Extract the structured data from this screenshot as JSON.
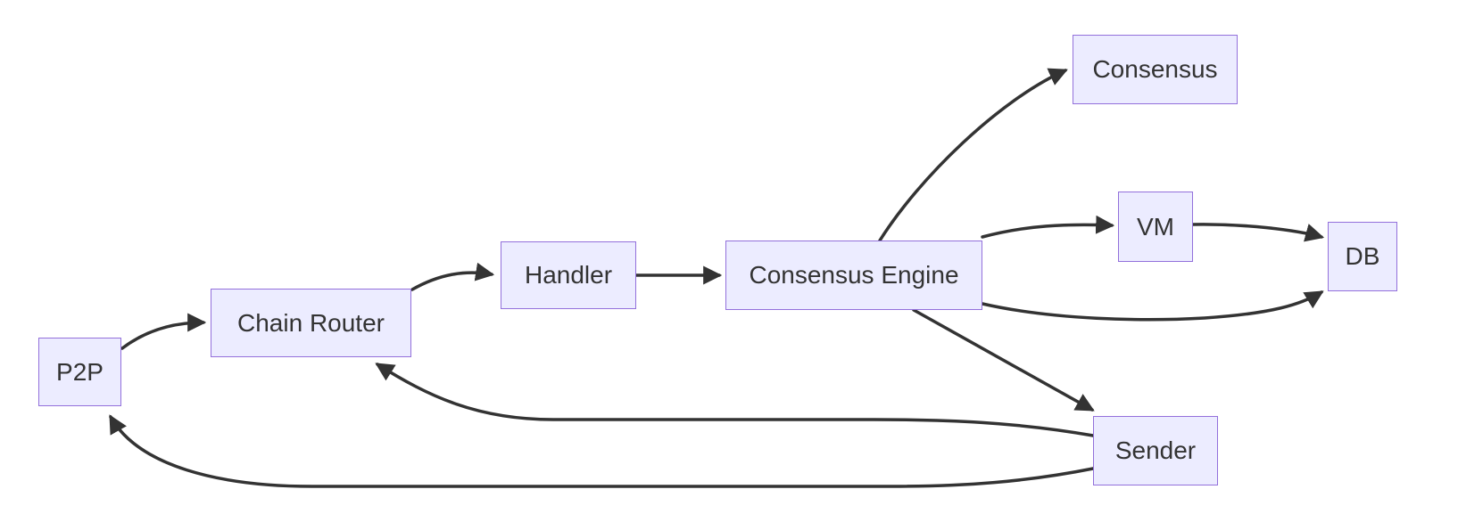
{
  "diagram": {
    "type": "flowchart",
    "direction": "left-to-right",
    "colors": {
      "background": "#FFFFFF",
      "node_fill": "#ECECFF",
      "node_border": "#9370DB",
      "edge": "#333333",
      "label_text": "#333333"
    },
    "nodes": {
      "p2p": {
        "label": "P2P"
      },
      "chain_router": {
        "label": "Chain Router"
      },
      "handler": {
        "label": "Handler"
      },
      "consensus_engine": {
        "label": "Consensus Engine"
      },
      "consensus": {
        "label": "Consensus"
      },
      "vm": {
        "label": "VM"
      },
      "db": {
        "label": "DB"
      },
      "sender": {
        "label": "Sender"
      }
    },
    "edges": [
      {
        "from": "P2P",
        "to": "Chain Router"
      },
      {
        "from": "Chain Router",
        "to": "Handler"
      },
      {
        "from": "Handler",
        "to": "Consensus Engine"
      },
      {
        "from": "Consensus Engine",
        "to": "Consensus"
      },
      {
        "from": "Consensus Engine",
        "to": "VM"
      },
      {
        "from": "VM",
        "to": "DB"
      },
      {
        "from": "Consensus Engine",
        "to": "DB"
      },
      {
        "from": "Consensus Engine",
        "to": "Sender"
      },
      {
        "from": "Sender",
        "to": "Chain Router"
      },
      {
        "from": "Sender",
        "to": "P2P"
      }
    ]
  }
}
